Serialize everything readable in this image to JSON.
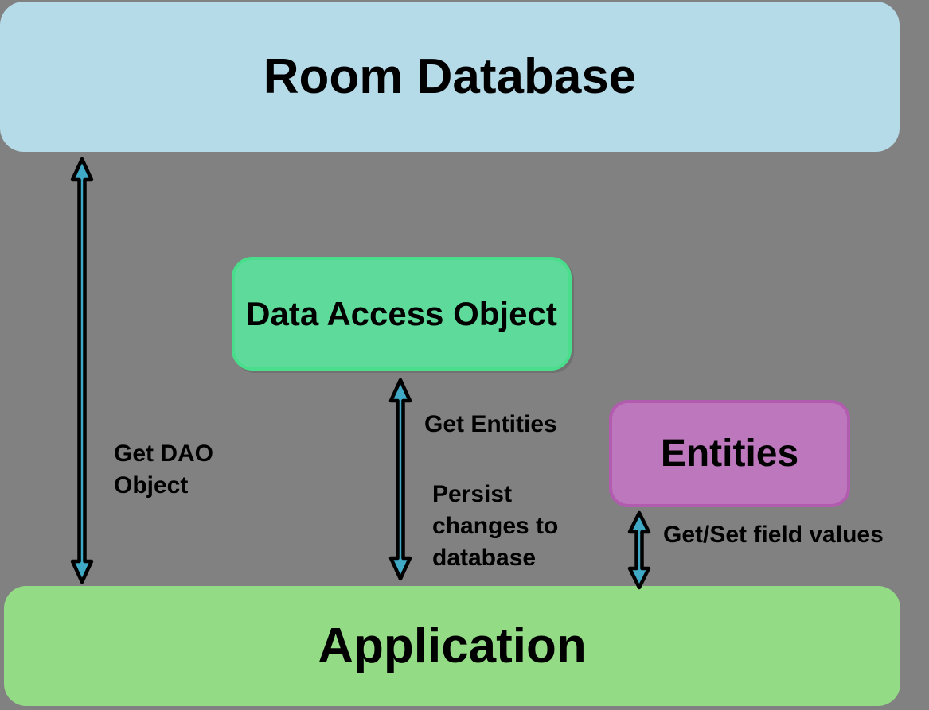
{
  "canvas": {
    "background": "#818181"
  },
  "boxes": {
    "room_database": {
      "label": "Room Database",
      "fill": "#B5DBE8",
      "border": "#B5DBE8"
    },
    "data_access_object": {
      "label": "Data Access Object",
      "fill": "#5EDB9B",
      "border": "#4ADE8C"
    },
    "entities": {
      "label": "Entities",
      "fill": "#BD77BC",
      "border": "#B15CAF"
    },
    "application": {
      "label": "Application",
      "fill": "#94DB86",
      "border": "#94DB86"
    }
  },
  "arrows": {
    "fill": "#3FA9C6",
    "outline": "#000000",
    "left": {
      "label": "Get DAO\nObject"
    },
    "middle": {
      "label_top": "Get Entities",
      "label_bottom": "Persist\nchanges to\ndatabase"
    },
    "right": {
      "label": "Get/Set field values"
    }
  }
}
